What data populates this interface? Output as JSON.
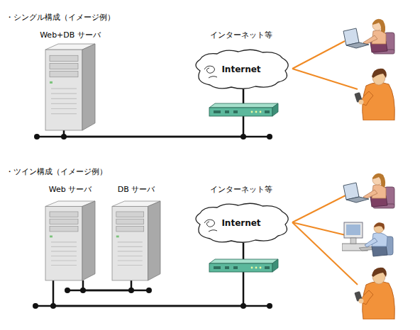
{
  "diagram": {
    "nodes": [
      {
        "text": [
          "Web+DB サーバ"
        ]
      },
      {
        "text": [
          "インターネット等",
          "Internet"
        ]
      },
      {
        "text": [
          "Web サーバ"
        ]
      },
      {
        "text": [
          "DB サーバ"
        ]
      },
      {
        "text": [
          "インターネット等",
          "Internet"
        ]
      }
    ],
    "edges": [
      {
        "from": 0,
        "to": 1,
        "arrow": "none"
      },
      {
        "from": 2,
        "to": 3,
        "arrow": "none"
      },
      {
        "from": 2,
        "to": 4,
        "arrow": "none"
      }
    ],
    "labels": [
      "・シングル構成（イメージ例）",
      "・ツイン構成（イメージ例）"
    ]
  }
}
